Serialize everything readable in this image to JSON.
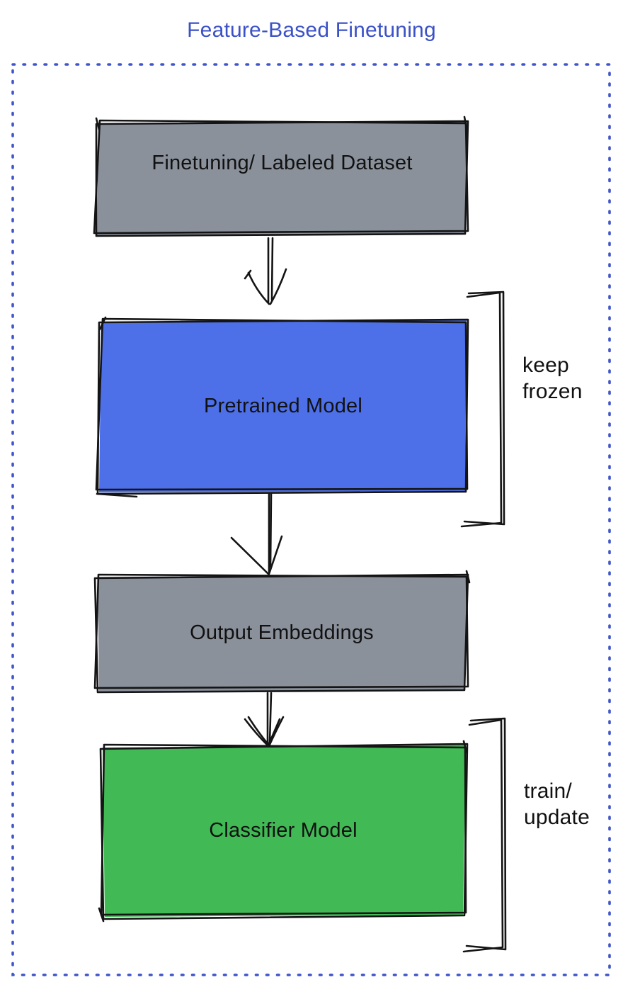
{
  "title": {
    "text": "Feature-Based Finetuning"
  },
  "colors": {
    "title_blue": "#3b51c6",
    "border_blue": "#3f55c9",
    "ink": "#141414",
    "box_gray": "#8a919b",
    "box_blue": "#4d70e9",
    "box_green": "#41ba55",
    "label_black": "#111111"
  },
  "boxes": [
    {
      "label": "Finetuning/ Labeled Dataset",
      "color": "gray"
    },
    {
      "label": "Pretrained Model",
      "color": "blue"
    },
    {
      "label": "Output Embeddings",
      "color": "gray"
    },
    {
      "label": "Classifier Model",
      "color": "green"
    }
  ],
  "annotations": [
    {
      "label": "keep frozen"
    },
    {
      "label": "train/ update"
    }
  ]
}
